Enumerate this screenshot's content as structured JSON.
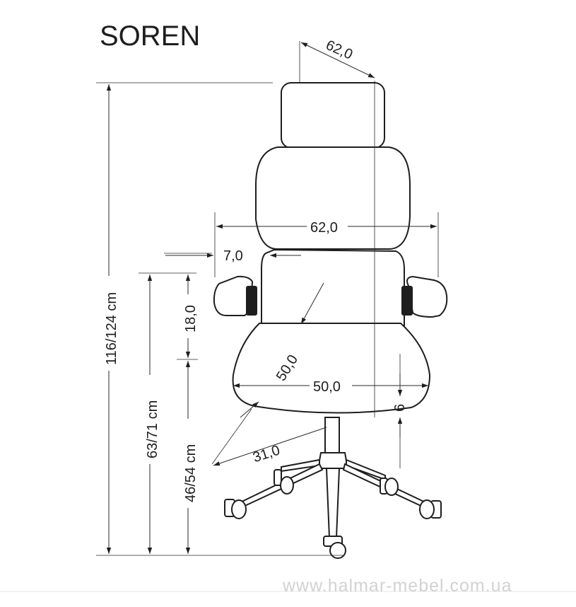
{
  "title": "SOREN",
  "watermark": "www.halmar-mebel.com.ua",
  "dimensions": {
    "headrest_depth": "62,0",
    "total_width": "62,0",
    "armrest_width": "7,0",
    "armrest_height": "18,0",
    "seat_depth": "50,0",
    "seat_width": "50,0",
    "seat_thickness": "6",
    "base_radius": "31,0",
    "total_height": "116/124 cm",
    "armrest_total_height": "63/71 cm",
    "seat_height": "46/54 cm"
  }
}
